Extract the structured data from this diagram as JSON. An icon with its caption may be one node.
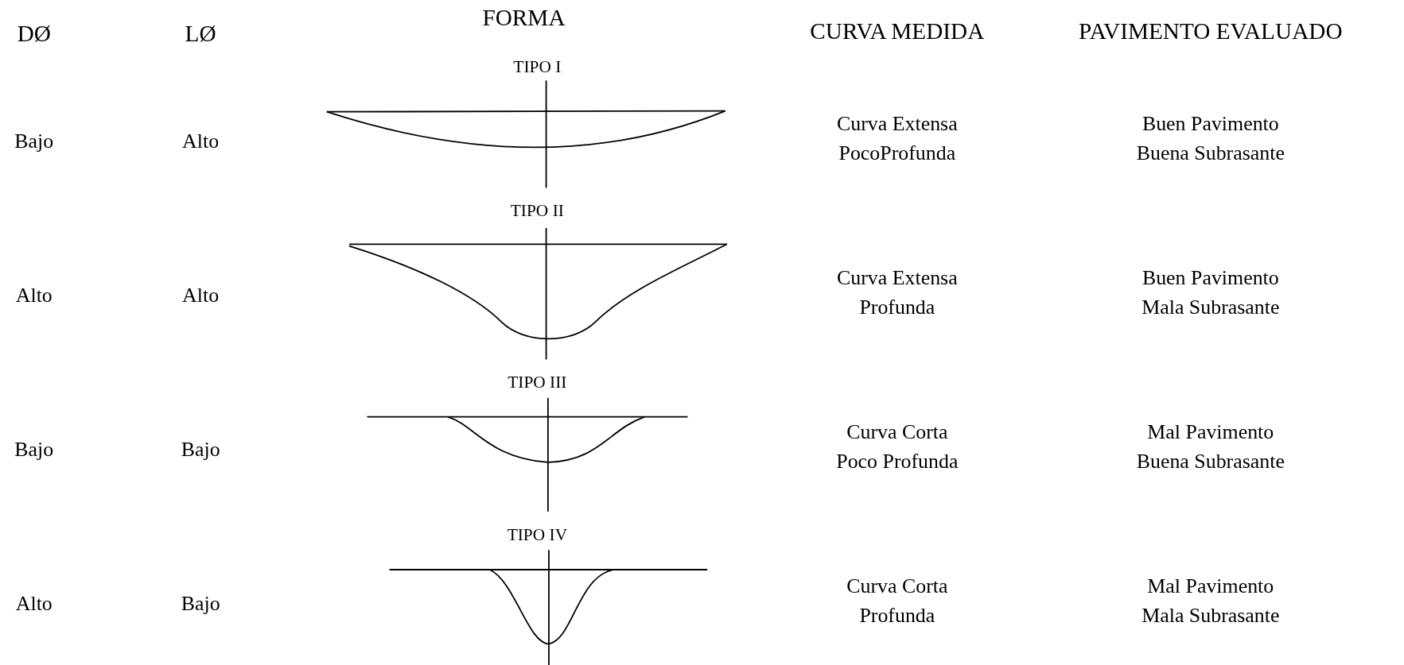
{
  "diagram": {
    "labels": [
      "DØ",
      "LØ",
      "FORMA",
      "CURVA MEDIDA",
      "PAVIMENTO EVALUADO",
      "Bajo",
      "Alto",
      "TIPO I",
      "Curva Extensa PocoProfunda",
      "Buen Pavimento Buena Subrasante",
      "Alto",
      "Alto",
      "TIPO II",
      "Curva Extensa Profunda",
      "Buen Pavimento Mala Subrasante",
      "Bajo",
      "Bajo",
      "TIPO III",
      "Curva Corta Poco Profunda",
      "Mal Pavimento Buena Subrasante",
      "Alto",
      "Bajo",
      "TIPO IV",
      "Curva Corta Profunda",
      "Mal Pavimento Mala Subrasante"
    ]
  }
}
